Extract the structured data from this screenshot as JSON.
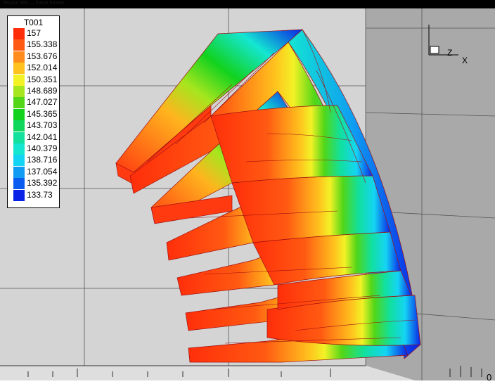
{
  "header": {
    "caption": "Tecplot 360 — frame header"
  },
  "legend": {
    "title": "T001",
    "levels": [
      {
        "value": "157",
        "color": "#ff2e0a"
      },
      {
        "value": "155.338",
        "color": "#ff5a12"
      },
      {
        "value": "153.676",
        "color": "#ff8c1c"
      },
      {
        "value": "152.014",
        "color": "#ffc21e"
      },
      {
        "value": "150.351",
        "color": "#f2f226"
      },
      {
        "value": "148.689",
        "color": "#a6e61e"
      },
      {
        "value": "147.027",
        "color": "#52d617"
      },
      {
        "value": "145.365",
        "color": "#12d21e"
      },
      {
        "value": "143.703",
        "color": "#10d65c"
      },
      {
        "value": "142.041",
        "color": "#12e09c"
      },
      {
        "value": "140.379",
        "color": "#14e6d2"
      },
      {
        "value": "138.716",
        "color": "#14d4f4"
      },
      {
        "value": "137.054",
        "color": "#0f9cf2"
      },
      {
        "value": "135.392",
        "color": "#0a5cf0"
      },
      {
        "value": "133.73",
        "color": "#0a22e6"
      }
    ]
  },
  "axes_triad": {
    "z_label": "Z",
    "x_label": "X"
  },
  "corner_tick": "0",
  "colors": {
    "background_wall": "#d4d4d4",
    "right_wall": "#a6a6a6",
    "mesh_line": "#a01010",
    "frame": "#000000"
  }
}
